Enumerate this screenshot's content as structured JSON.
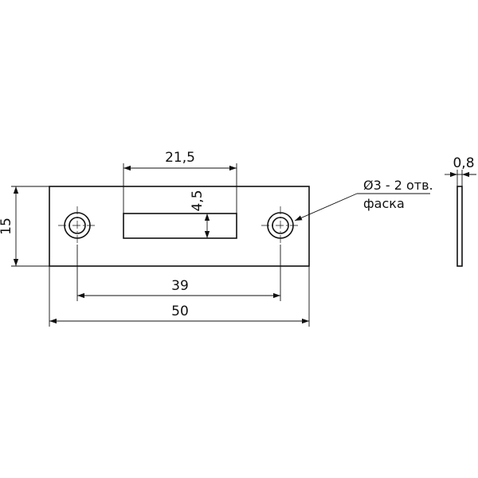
{
  "dimensions": {
    "slot_width": "21,5",
    "slot_height": "4,5",
    "plate_height": "15",
    "hole_spacing": "39",
    "plate_length": "50",
    "thickness": "0,8"
  },
  "note": {
    "holes": "Ø3 - 2 отв.",
    "chamfer": "фаска"
  }
}
